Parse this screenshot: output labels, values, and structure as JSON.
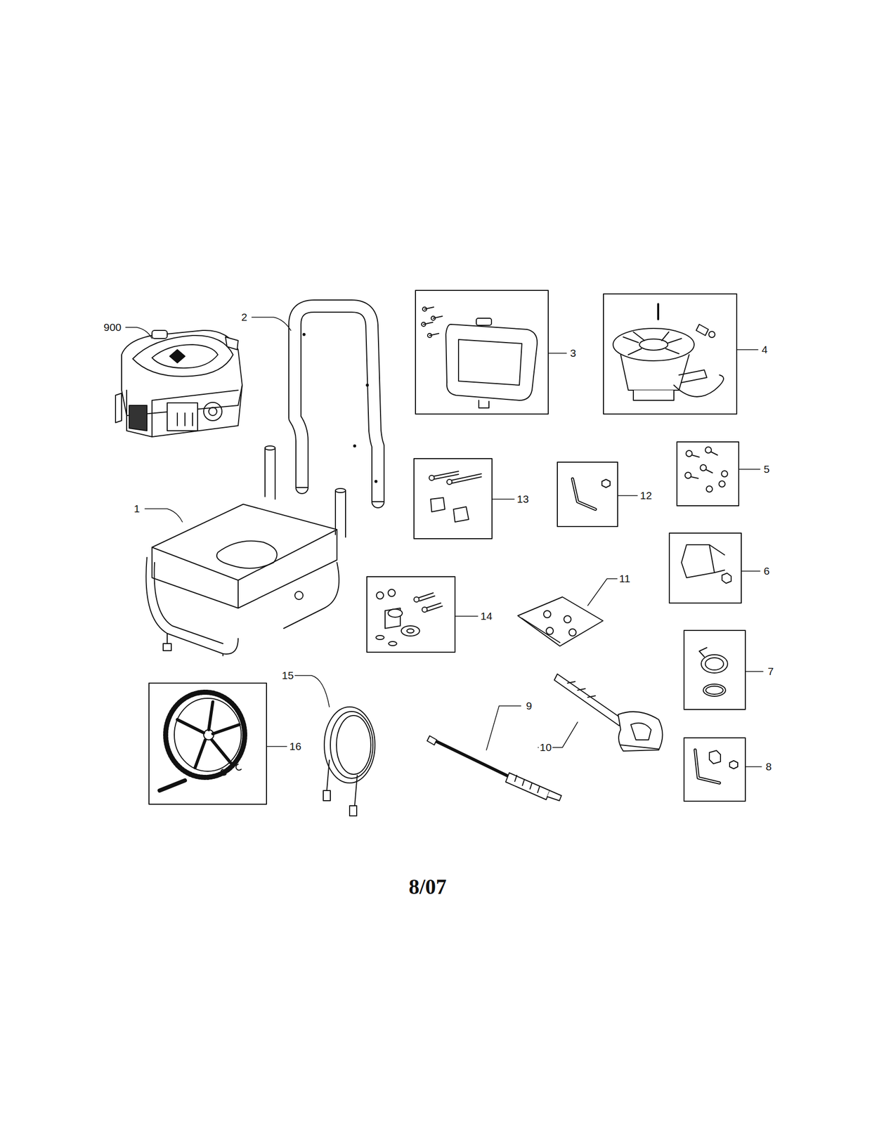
{
  "diagram": {
    "labels": [
      "900",
      "2",
      "3",
      "4",
      "13",
      "12",
      "5",
      "1",
      "6",
      "14",
      "11",
      "7",
      "15",
      "9",
      "16",
      "10",
      "8",
      "8/07"
    ]
  }
}
